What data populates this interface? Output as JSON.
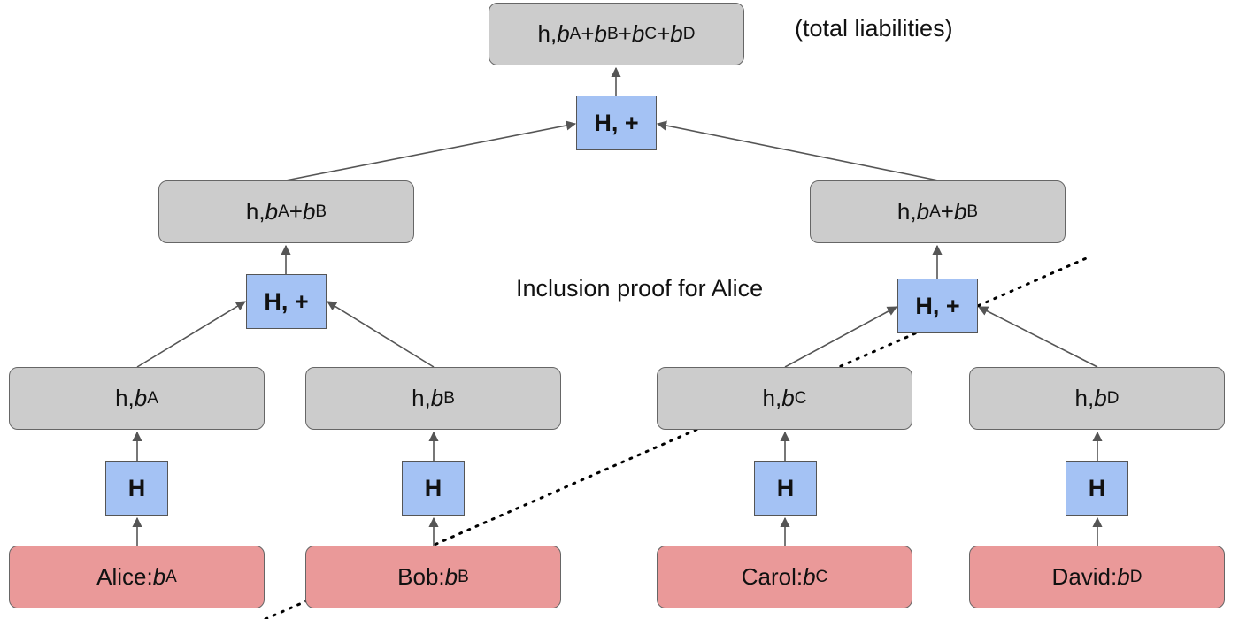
{
  "root": {
    "prefix": "h, ",
    "terms": [
      "A",
      "B",
      "C",
      "D"
    ]
  },
  "total_label": "(total liabilities)",
  "proof_label": "Inclusion proof for Alice",
  "hash_plus_label": "H, +",
  "hash_label": "H",
  "left_mid": {
    "prefix": "h, ",
    "terms": [
      "A",
      "B"
    ]
  },
  "right_mid": {
    "prefix": "h, ",
    "terms": [
      "A",
      "B"
    ]
  },
  "leaf_hashes": [
    {
      "prefix": "h, ",
      "sub": "A"
    },
    {
      "prefix": "h, ",
      "sub": "B"
    },
    {
      "prefix": "h, ",
      "sub": "C"
    },
    {
      "prefix": "h, ",
      "sub": "D"
    }
  ],
  "users": [
    {
      "name": "Alice: ",
      "sub": "A"
    },
    {
      "name": "Bob: ",
      "sub": "B"
    },
    {
      "name": "Carol: ",
      "sub": "C"
    },
    {
      "name": "David: ",
      "sub": "D"
    }
  ],
  "colors": {
    "hash_node": "#cccccc",
    "operation_node": "#a4c2f4",
    "user_node": "#ea9999",
    "edge": "#555555",
    "proof_line": "#000000"
  }
}
